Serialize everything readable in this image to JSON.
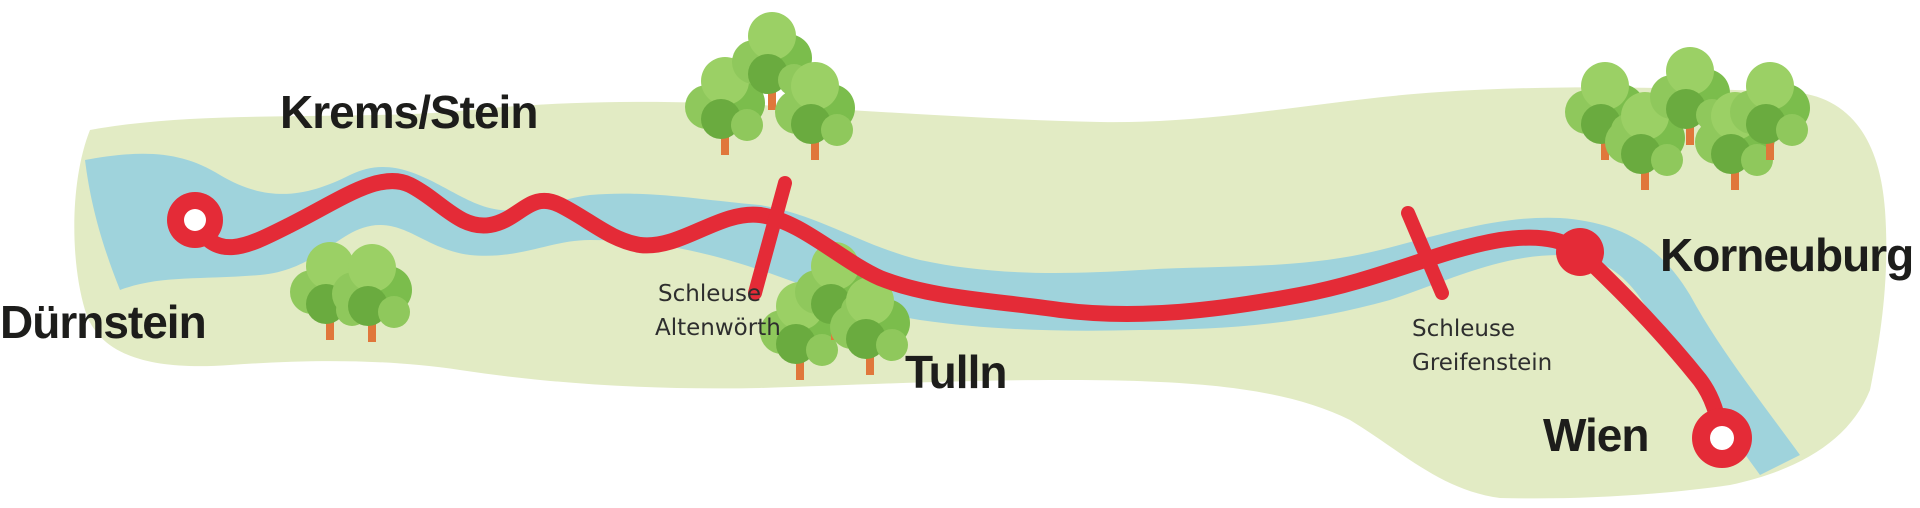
{
  "map": {
    "colors": {
      "land": "#e2ebc4",
      "river": "#9fd3dc",
      "route": "#e42b37",
      "stop_center": "#ffffff",
      "tree_light": "#8fc85c",
      "tree_dark": "#6aab3f",
      "trunk": "#e0773b",
      "label": "#1d1d1b"
    },
    "cities": {
      "duernstein": "Dürnstein",
      "krems_stein": "Krems/Stein",
      "tulln": "Tulln",
      "korneuburg": "Korneuburg",
      "wien": "Wien"
    },
    "locks": {
      "altenwoerth": {
        "line1": "Schleuse",
        "line2": "Altenwörth"
      },
      "greifenstein": {
        "line1": "Schleuse",
        "line2": "Greifenstein"
      }
    },
    "stops": [
      {
        "name": "Dürnstein",
        "type": "terminus"
      },
      {
        "name": "Korneuburg",
        "type": "stop"
      },
      {
        "name": "Wien",
        "type": "terminus"
      }
    ],
    "icons": {
      "tree": "tree-icon",
      "lock": "lock-marker-icon",
      "stop": "stop-marker-icon"
    }
  }
}
